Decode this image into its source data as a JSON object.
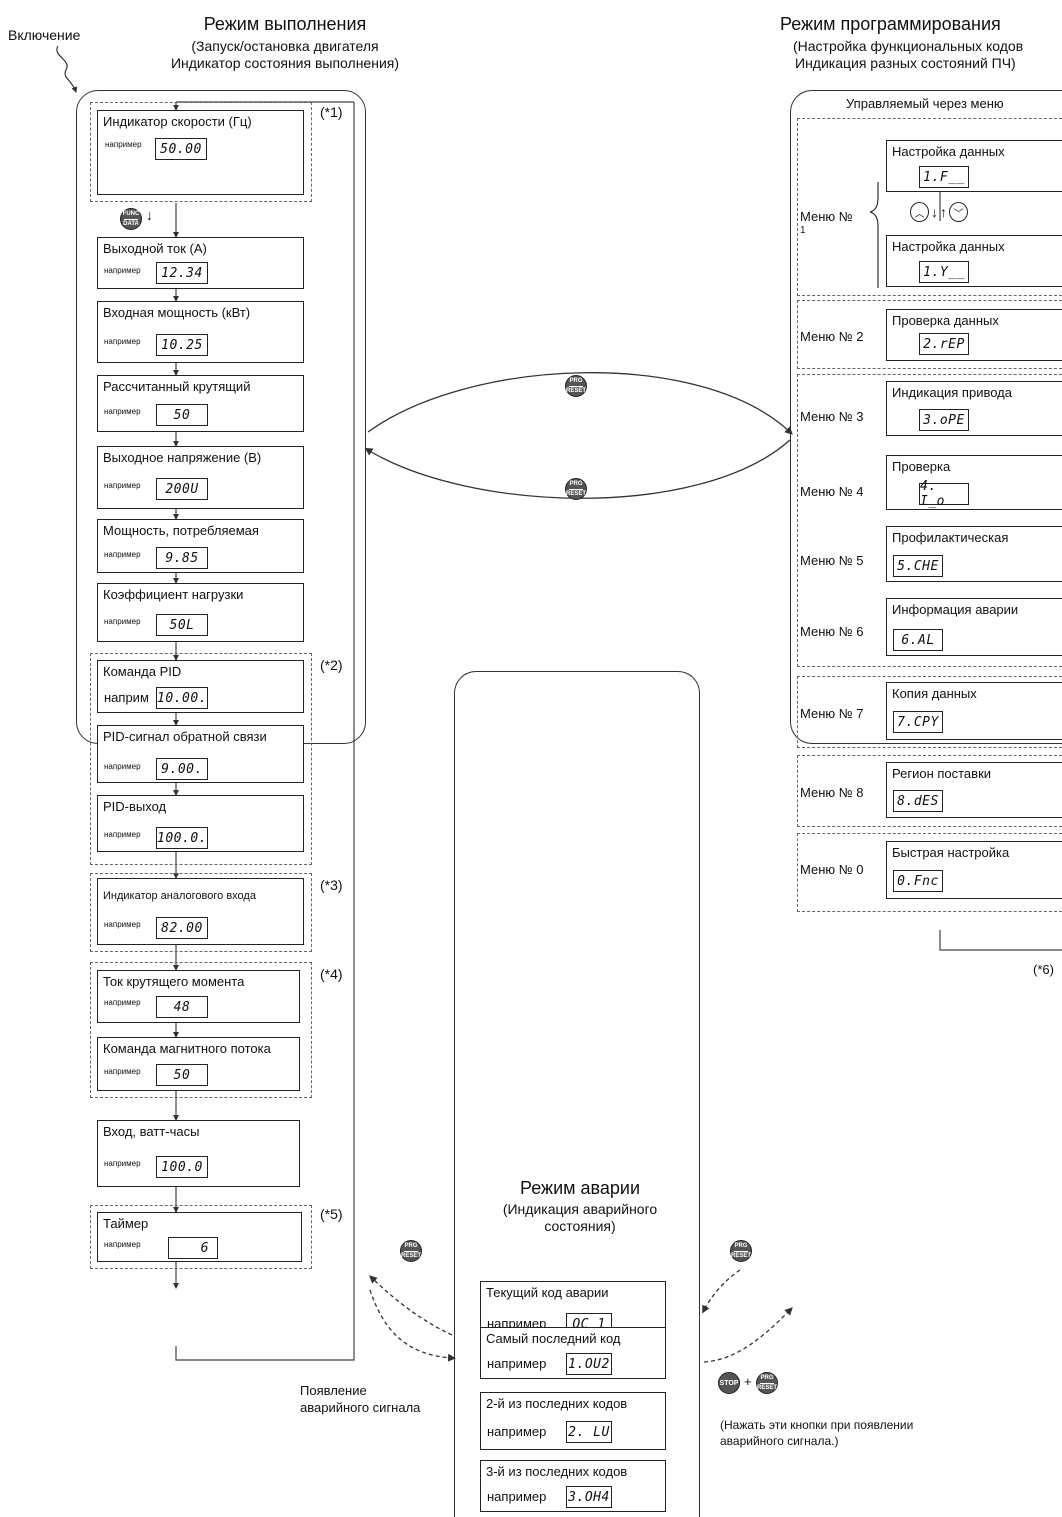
{
  "top": {
    "power_on": "Включение",
    "run_title": "Режим выполнения",
    "run_sub1": "(Запуск/остановка двигателя",
    "run_sub2": "Индикатор состояния выполнения)",
    "prog_title": "Режим программирования",
    "prog_sub1": "(Настройка функциональных кодов",
    "prog_sub2": "Индикация разных состояний ПЧ)"
  },
  "run": {
    "example": "например",
    "example_short": "наприм",
    "items": [
      {
        "title": "Индикатор скорости (Гц)",
        "lcd": "50.00"
      },
      {
        "title": "Выходной ток (А)",
        "lcd": "12.34"
      },
      {
        "title": "Входная мощность (кВт)",
        "lcd": "10.25"
      },
      {
        "title": "Рассчитанный крутящий",
        "lcd": "50"
      },
      {
        "title": "Выходное напряжение (В)",
        "lcd": "200U"
      },
      {
        "title": "Мощность, потребляемая",
        "lcd": "9.85"
      },
      {
        "title": "Коэффициент нагрузки",
        "lcd": "50L"
      },
      {
        "title": "Команда PID",
        "lcd": "10.00."
      },
      {
        "title": "PID-сигнал обратной связи",
        "lcd": "9.00."
      },
      {
        "title": "PID-выход",
        "lcd": "100.0."
      },
      {
        "title": "Индикатор аналогового входа",
        "lcd": "82.00"
      },
      {
        "title": "Ток крутящего момента",
        "lcd": "48"
      },
      {
        "title": "Команда магнитного потока",
        "lcd": "50"
      },
      {
        "title": "Вход, ватт-часы",
        "lcd": "100.0"
      },
      {
        "title": "Таймер",
        "lcd": "6"
      }
    ],
    "notes": [
      "(*1)",
      "(*2)",
      "(*3)",
      "(*4)",
      "(*5)"
    ]
  },
  "prog": {
    "menu_driven": "Управляемый через меню",
    "menu1_label": "Меню №",
    "menu1_num": "1",
    "items": [
      {
        "title": "Настройка данных",
        "lcd": "1.F__"
      },
      {
        "title": "Настройка данных",
        "lcd": "1.Y__"
      },
      {
        "title": "Проверка данных",
        "lcd": "2.rEP"
      },
      {
        "title": "Индикация привода",
        "lcd": "3.oPE"
      },
      {
        "title": "Проверка",
        "lcd": "4. I_o"
      },
      {
        "title": "Профилактическая",
        "lcd": "5.CHE"
      },
      {
        "title": "Информация аварии",
        "lcd": "6.AL"
      },
      {
        "title": "Копия данных",
        "lcd": "7.CPY"
      },
      {
        "title": "Регион поставки",
        "lcd": "8.dES"
      },
      {
        "title": "Быстрая настройка",
        "lcd": "0.Fnc"
      }
    ],
    "menus": [
      "Меню № 2",
      "Меню № 3",
      "Меню № 4",
      "Меню № 5",
      "Меню № 6",
      "Меню № 7",
      "Меню № 8",
      "Меню № 0"
    ],
    "note6": "(*6)"
  },
  "alarm": {
    "title": "Режим аварии",
    "sub1": "(Индикация аварийного",
    "sub2": "состояния)",
    "example": "например",
    "items": [
      {
        "title": "Текущий код аварии",
        "lcd": "OC 1"
      },
      {
        "title": "Самый последний код",
        "lcd": "1.OU2"
      },
      {
        "title": "2-й из последних кодов",
        "lcd": "2. LU"
      },
      {
        "title": "3-й из последних кодов",
        "lcd": "3.OH4"
      }
    ],
    "occurrence1": "Появление",
    "occurrence2": "аварийного сигнала",
    "press1": "(Нажать эти кнопки при появлении",
    "press2": "аварийного сигнала.)",
    "plus": "+"
  },
  "keys": {
    "func_top": "FUNC",
    "func_bot": "DATA",
    "prg_top": "PRG",
    "prg_bot": "RESET",
    "stop": "STOP"
  }
}
